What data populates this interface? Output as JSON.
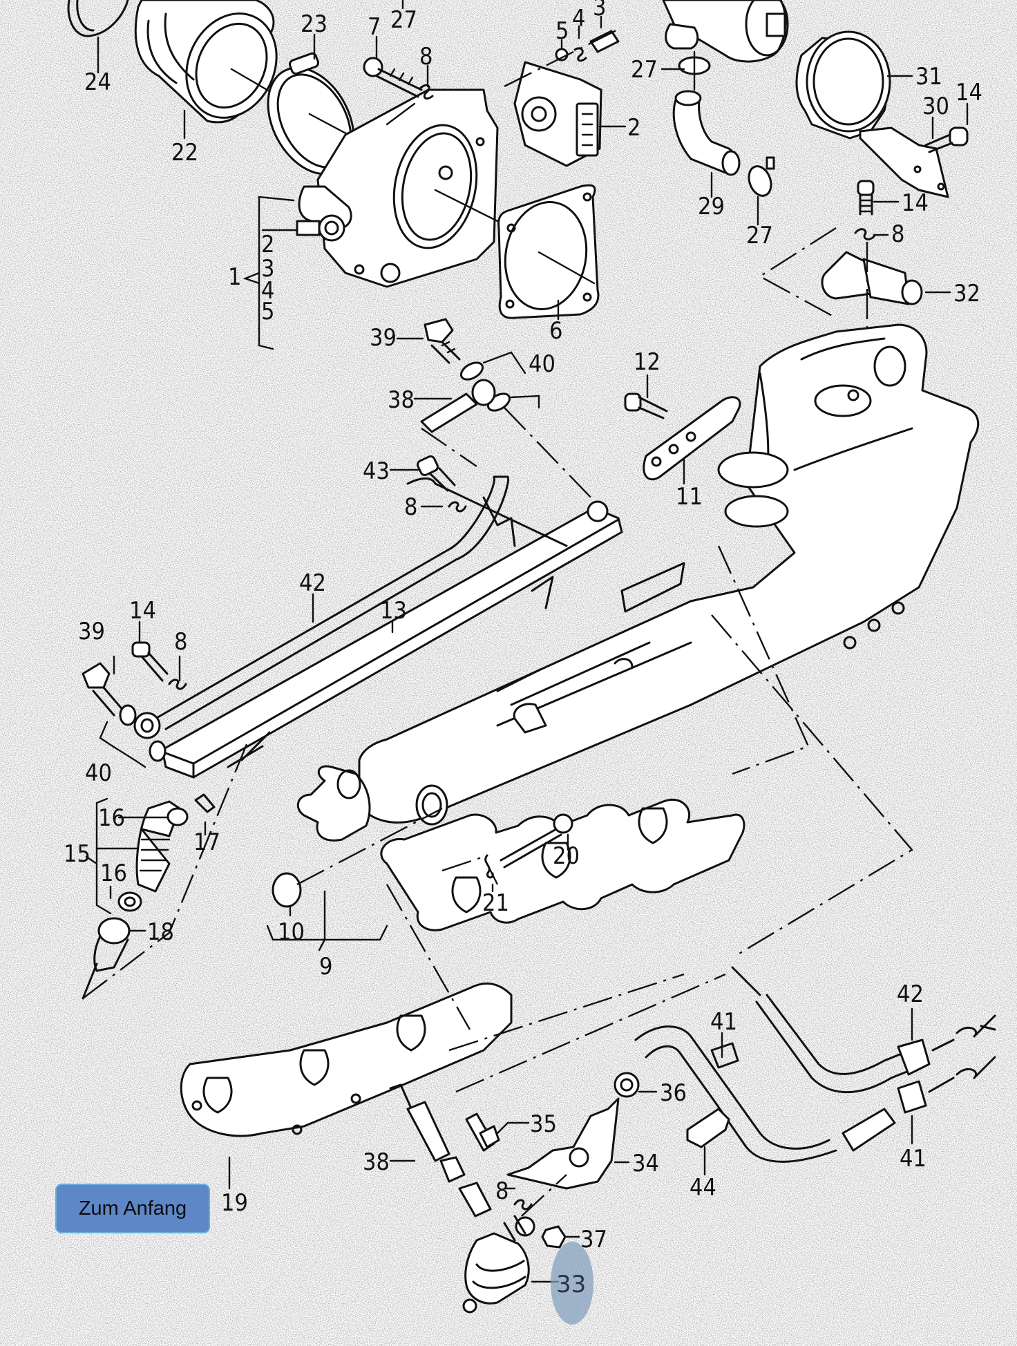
{
  "page": {
    "type": "exploded-parts-diagram",
    "highlight_color": "#8aa5c0",
    "button_color": "#5e87c8"
  },
  "navigation": {
    "back_to_top_label": "Zum Anfang"
  },
  "highlighted_part": "33",
  "labels": {
    "p1": "1",
    "p2a": "2",
    "p2b": "2",
    "p3a": "3",
    "p3b": "3",
    "p4a": "4",
    "p4b": "4",
    "p5a": "5",
    "p5b": "5",
    "p6": "6",
    "p7": "7",
    "p8a": "8",
    "p8b": "8",
    "p8c": "8",
    "p8d": "8",
    "p8e": "8",
    "p9": "9",
    "p10": "10",
    "p11": "11",
    "p12": "12",
    "p13": "13",
    "p14a": "14",
    "p14b": "14",
    "p14c": "14",
    "p15": "15",
    "p16a": "16",
    "p16b": "16",
    "p17": "17",
    "p18": "18",
    "p19": "19",
    "p20": "20",
    "p21": "21",
    "p22": "22",
    "p23": "23",
    "p24": "24",
    "p27a": "27",
    "p27b": "27",
    "p27c": "27",
    "p29": "29",
    "p30": "30",
    "p31": "31",
    "p32": "32",
    "p33": "33",
    "p34": "34",
    "p35": "35",
    "p36": "36",
    "p37": "37",
    "p38a": "38",
    "p38b": "38",
    "p39a": "39",
    "p39b": "39",
    "p40a": "40",
    "p40b": "40",
    "p41a": "41",
    "p41b": "41",
    "p42a": "42",
    "p42b": "42",
    "p43": "43",
    "p44": "44"
  }
}
